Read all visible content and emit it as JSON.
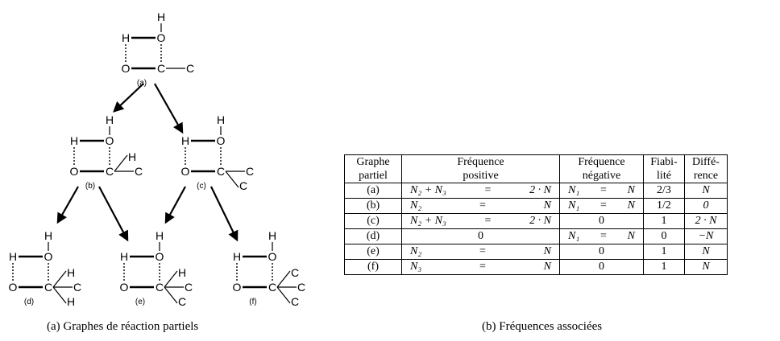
{
  "figure": {
    "caption_a": "(a)  Graphes de réaction partiels",
    "caption_b": "(b)  Fréquences associées"
  },
  "graphs": [
    {
      "label": "(a)",
      "atoms": {
        "H_top": "H",
        "H_left": "H",
        "O_top": "O",
        "O_left": "O",
        "C_center": "C",
        "sub": [
          "C"
        ]
      }
    },
    {
      "label": "(b)",
      "atoms": {
        "H_top": "H",
        "H_left": "H",
        "O_top": "O",
        "O_left": "O",
        "C_center": "C",
        "sub": [
          "H",
          "C"
        ]
      }
    },
    {
      "label": "(c)",
      "atoms": {
        "H_top": "H",
        "H_left": "H",
        "O_top": "O",
        "O_left": "O",
        "C_center": "C",
        "sub": [
          "C",
          "C"
        ]
      }
    },
    {
      "label": "(d)",
      "atoms": {
        "H_top": "H",
        "H_left": "H",
        "O_top": "O",
        "O_left": "O",
        "C_center": "C",
        "sub": [
          "H",
          "C",
          "H"
        ]
      }
    },
    {
      "label": "(e)",
      "atoms": {
        "H_top": "H",
        "H_left": "H",
        "O_top": "O",
        "O_left": "O",
        "C_center": "C",
        "sub": [
          "H",
          "C",
          "C"
        ]
      }
    },
    {
      "label": "(f)",
      "atoms": {
        "H_top": "H",
        "H_left": "H",
        "O_top": "O",
        "O_left": "O",
        "C_center": "C",
        "sub": [
          "C",
          "C",
          "C"
        ]
      }
    }
  ],
  "table": {
    "headers": {
      "graph": [
        "Graphe",
        "partiel"
      ],
      "positive": [
        "Fréquence",
        "positive"
      ],
      "negative": [
        "Fréquence",
        "négative"
      ],
      "reliability": [
        "Fiabi-",
        "lité"
      ],
      "difference": [
        "Diffé-",
        "rence"
      ]
    },
    "rows": [
      {
        "graph": "(a)",
        "pos_l": "N₂ + N₃",
        "pos_eq": "=",
        "pos_r": "2 · N",
        "neg_l": "N₁",
        "neg_eq": "=",
        "neg_r": "N",
        "neg_zero": "",
        "pos_zero": "",
        "rel": "2/3",
        "diff": "N"
      },
      {
        "graph": "(b)",
        "pos_l": "N₂",
        "pos_eq": "=",
        "pos_r": "N",
        "neg_l": "N₁",
        "neg_eq": "=",
        "neg_r": "N",
        "neg_zero": "",
        "pos_zero": "",
        "rel": "1/2",
        "diff": "0"
      },
      {
        "graph": "(c)",
        "pos_l": "N₂ + N₃",
        "pos_eq": "=",
        "pos_r": "2 · N",
        "neg_l": "",
        "neg_eq": "",
        "neg_r": "",
        "neg_zero": "0",
        "pos_zero": "",
        "rel": "1",
        "diff": "2 · N"
      },
      {
        "graph": "(d)",
        "pos_l": "",
        "pos_eq": "",
        "pos_r": "",
        "neg_l": "N₁",
        "neg_eq": "=",
        "neg_r": "N",
        "neg_zero": "",
        "pos_zero": "0",
        "rel": "0",
        "diff": "−N"
      },
      {
        "graph": "(e)",
        "pos_l": "N₂",
        "pos_eq": "=",
        "pos_r": "N",
        "neg_l": "",
        "neg_eq": "",
        "neg_r": "",
        "neg_zero": "0",
        "pos_zero": "",
        "rel": "1",
        "diff": "N"
      },
      {
        "graph": "(f)",
        "pos_l": "N₃",
        "pos_eq": "=",
        "pos_r": "N",
        "neg_l": "",
        "neg_eq": "",
        "neg_r": "",
        "neg_zero": "0",
        "pos_zero": "",
        "rel": "1",
        "diff": "N"
      }
    ]
  }
}
